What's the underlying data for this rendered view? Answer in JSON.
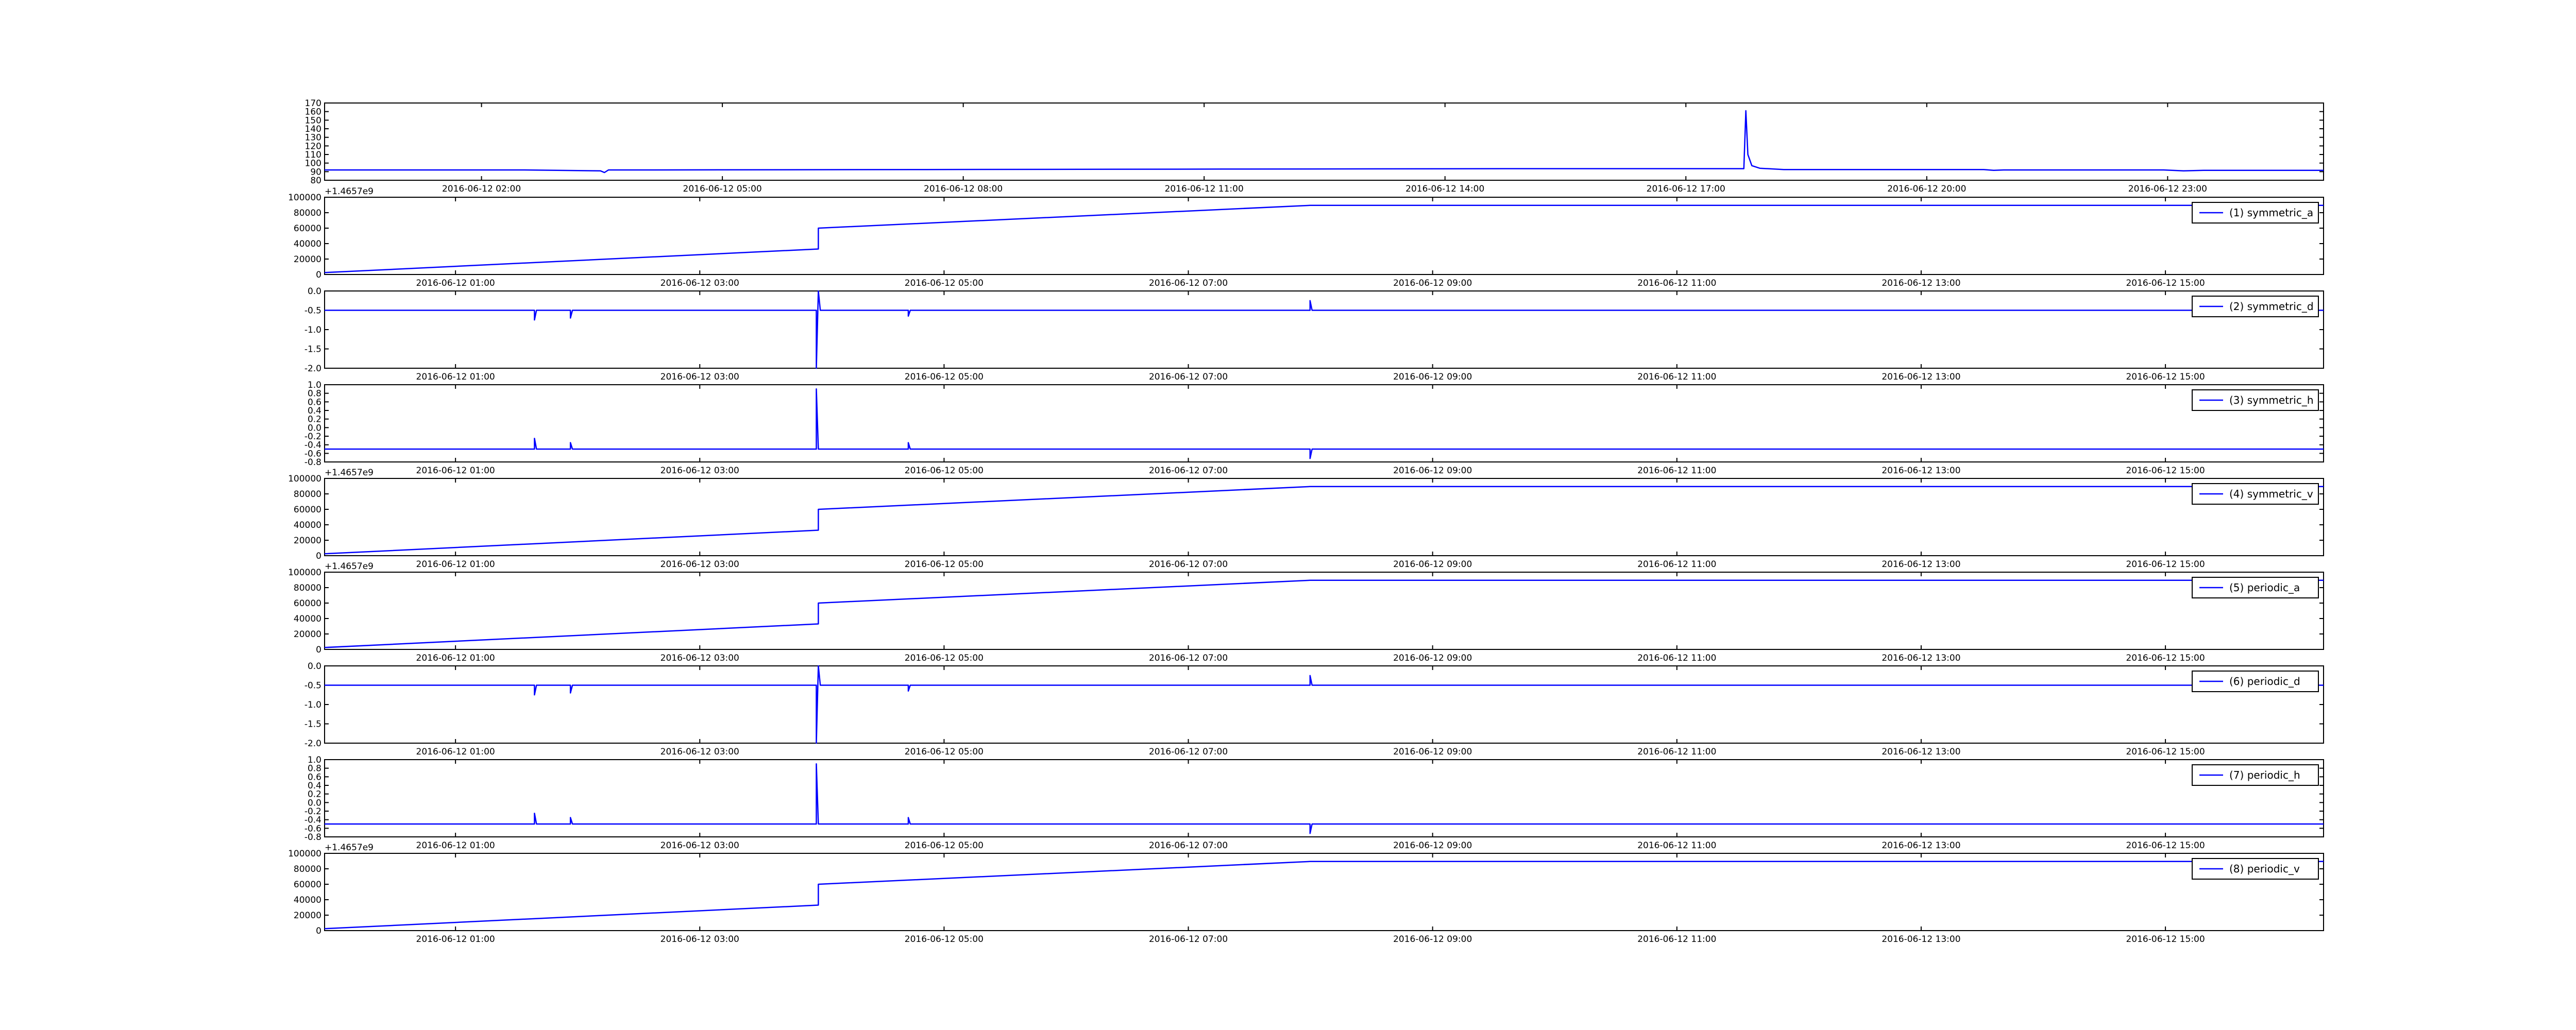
{
  "colors": {
    "line": "#0000ff",
    "axes": "#000000",
    "background": "#ffffff"
  },
  "chart_data": [
    {
      "type": "line",
      "title": "",
      "xlabel": "",
      "ylabel": "",
      "offset_label": "",
      "legend": "",
      "ylim": [
        80,
        170
      ],
      "yticks": [
        80,
        90,
        100,
        110,
        120,
        130,
        140,
        150,
        160,
        170
      ],
      "xticks": [
        "2016-06-12 02:00",
        "2016-06-12 05:00",
        "2016-06-12 08:00",
        "2016-06-12 11:00",
        "2016-06-12 14:00",
        "2016-06-12 17:00",
        "2016-06-12 20:00",
        "2016-06-12 23:00"
      ],
      "xlim": [
        0,
        1.0
      ],
      "series": [
        {
          "name": "",
          "points": [
            [
              0,
              92
            ],
            [
              0.1,
              92
            ],
            [
              0.138,
              91
            ],
            [
              0.14,
              89
            ],
            [
              0.142,
              92
            ],
            [
              0.16,
              92
            ],
            [
              0.3,
              92.5
            ],
            [
              0.45,
              93
            ],
            [
              0.6,
              93.5
            ],
            [
              0.7,
              93.5
            ],
            [
              0.71,
              93.5
            ],
            [
              0.711,
              161
            ],
            [
              0.712,
              110
            ],
            [
              0.714,
              97
            ],
            [
              0.718,
              94
            ],
            [
              0.73,
              92.5
            ],
            [
              0.83,
              92.5
            ],
            [
              0.835,
              91.5
            ],
            [
              0.84,
              92
            ],
            [
              0.92,
              92
            ],
            [
              0.93,
              91
            ],
            [
              0.94,
              91.5
            ],
            [
              1.0,
              91.5
            ]
          ]
        }
      ]
    },
    {
      "type": "line",
      "title": "",
      "xlabel": "",
      "ylabel": "",
      "offset_label": "+1.4657e9",
      "legend": "(1) symmetric_a",
      "ylim": [
        0,
        100000
      ],
      "yticks": [
        0,
        20000,
        40000,
        60000,
        80000,
        100000
      ],
      "xticks": [
        "2016-06-12 01:00",
        "2016-06-12 03:00",
        "2016-06-12 05:00",
        "2016-06-12 07:00",
        "2016-06-12 09:00",
        "2016-06-12 11:00",
        "2016-06-12 13:00",
        "2016-06-12 15:00"
      ],
      "xlim": [
        0,
        1.0
      ],
      "series": [
        {
          "name": "(1) symmetric_a",
          "points": [
            [
              0,
              2500
            ],
            [
              0.247,
              33000
            ],
            [
              0.247,
              60000
            ],
            [
              0.493,
              89500
            ],
            [
              1.0,
              89500
            ]
          ]
        }
      ]
    },
    {
      "type": "line",
      "title": "",
      "xlabel": "",
      "ylabel": "",
      "offset_label": "",
      "legend": "(2) symmetric_d",
      "ylim": [
        -2.0,
        0.0
      ],
      "yticks": [
        -2.0,
        -1.5,
        -1.0,
        -0.5,
        0.0
      ],
      "xticks": [
        "2016-06-12 01:00",
        "2016-06-12 03:00",
        "2016-06-12 05:00",
        "2016-06-12 07:00",
        "2016-06-12 09:00",
        "2016-06-12 11:00",
        "2016-06-12 13:00",
        "2016-06-12 15:00"
      ],
      "xlim": [
        0,
        1.0
      ],
      "series": [
        {
          "name": "(2) symmetric_d",
          "points": [
            [
              0,
              -0.5
            ],
            [
              0.105,
              -0.5
            ],
            [
              0.105,
              -0.75
            ],
            [
              0.106,
              -0.5
            ],
            [
              0.123,
              -0.5
            ],
            [
              0.123,
              -0.7
            ],
            [
              0.124,
              -0.5
            ],
            [
              0.246,
              -0.5
            ],
            [
              0.246,
              -2.0
            ],
            [
              0.247,
              0.0
            ],
            [
              0.248,
              -0.5
            ],
            [
              0.292,
              -0.5
            ],
            [
              0.292,
              -0.65
            ],
            [
              0.293,
              -0.5
            ],
            [
              0.493,
              -0.5
            ],
            [
              0.493,
              -0.25
            ],
            [
              0.494,
              -0.5
            ],
            [
              1.0,
              -0.5
            ]
          ]
        }
      ]
    },
    {
      "type": "line",
      "title": "",
      "xlabel": "",
      "ylabel": "",
      "offset_label": "",
      "legend": "(3) symmetric_h",
      "ylim": [
        -0.8,
        1.0
      ],
      "yticks": [
        -0.8,
        -0.6,
        -0.4,
        -0.2,
        0.0,
        0.2,
        0.4,
        0.6,
        0.8,
        1.0
      ],
      "xticks": [
        "2016-06-12 01:00",
        "2016-06-12 03:00",
        "2016-06-12 05:00",
        "2016-06-12 07:00",
        "2016-06-12 09:00",
        "2016-06-12 11:00",
        "2016-06-12 13:00",
        "2016-06-12 15:00"
      ],
      "xlim": [
        0,
        1.0
      ],
      "series": [
        {
          "name": "(3) symmetric_h",
          "points": [
            [
              0,
              -0.5
            ],
            [
              0.105,
              -0.5
            ],
            [
              0.105,
              -0.25
            ],
            [
              0.106,
              -0.5
            ],
            [
              0.123,
              -0.5
            ],
            [
              0.123,
              -0.35
            ],
            [
              0.124,
              -0.5
            ],
            [
              0.246,
              -0.5
            ],
            [
              0.246,
              0.9
            ],
            [
              0.247,
              -0.5
            ],
            [
              0.292,
              -0.5
            ],
            [
              0.292,
              -0.35
            ],
            [
              0.293,
              -0.5
            ],
            [
              0.493,
              -0.5
            ],
            [
              0.493,
              -0.72
            ],
            [
              0.494,
              -0.5
            ],
            [
              1.0,
              -0.5
            ]
          ]
        }
      ]
    },
    {
      "type": "line",
      "title": "",
      "xlabel": "",
      "ylabel": "",
      "offset_label": "+1.4657e9",
      "legend": "(4) symmetric_v",
      "ylim": [
        0,
        100000
      ],
      "yticks": [
        0,
        20000,
        40000,
        60000,
        80000,
        100000
      ],
      "xticks": [
        "2016-06-12 01:00",
        "2016-06-12 03:00",
        "2016-06-12 05:00",
        "2016-06-12 07:00",
        "2016-06-12 09:00",
        "2016-06-12 11:00",
        "2016-06-12 13:00",
        "2016-06-12 15:00"
      ],
      "xlim": [
        0,
        1.0
      ],
      "series": [
        {
          "name": "(4) symmetric_v",
          "points": [
            [
              0,
              2500
            ],
            [
              0.247,
              33000
            ],
            [
              0.247,
              60000
            ],
            [
              0.493,
              89500
            ],
            [
              1.0,
              89500
            ]
          ]
        }
      ]
    },
    {
      "type": "line",
      "title": "",
      "xlabel": "",
      "ylabel": "",
      "offset_label": "+1.4657e9",
      "legend": "(5) periodic_a",
      "ylim": [
        0,
        100000
      ],
      "yticks": [
        0,
        20000,
        40000,
        60000,
        80000,
        100000
      ],
      "xticks": [
        "2016-06-12 01:00",
        "2016-06-12 03:00",
        "2016-06-12 05:00",
        "2016-06-12 07:00",
        "2016-06-12 09:00",
        "2016-06-12 11:00",
        "2016-06-12 13:00",
        "2016-06-12 15:00"
      ],
      "xlim": [
        0,
        1.0
      ],
      "series": [
        {
          "name": "(5) periodic_a",
          "points": [
            [
              0,
              2500
            ],
            [
              0.247,
              33000
            ],
            [
              0.247,
              60000
            ],
            [
              0.493,
              89500
            ],
            [
              1.0,
              89500
            ]
          ]
        }
      ]
    },
    {
      "type": "line",
      "title": "",
      "xlabel": "",
      "ylabel": "",
      "offset_label": "",
      "legend": "(6) periodic_d",
      "ylim": [
        -2.0,
        0.0
      ],
      "yticks": [
        -2.0,
        -1.5,
        -1.0,
        -0.5,
        0.0
      ],
      "xticks": [
        "2016-06-12 01:00",
        "2016-06-12 03:00",
        "2016-06-12 05:00",
        "2016-06-12 07:00",
        "2016-06-12 09:00",
        "2016-06-12 11:00",
        "2016-06-12 13:00",
        "2016-06-12 15:00"
      ],
      "xlim": [
        0,
        1.0
      ],
      "series": [
        {
          "name": "(6) periodic_d",
          "points": [
            [
              0,
              -0.5
            ],
            [
              0.105,
              -0.5
            ],
            [
              0.105,
              -0.75
            ],
            [
              0.106,
              -0.5
            ],
            [
              0.123,
              -0.5
            ],
            [
              0.123,
              -0.7
            ],
            [
              0.124,
              -0.5
            ],
            [
              0.246,
              -0.5
            ],
            [
              0.246,
              -2.0
            ],
            [
              0.247,
              0.0
            ],
            [
              0.248,
              -0.5
            ],
            [
              0.292,
              -0.5
            ],
            [
              0.292,
              -0.65
            ],
            [
              0.293,
              -0.5
            ],
            [
              0.493,
              -0.5
            ],
            [
              0.493,
              -0.25
            ],
            [
              0.494,
              -0.5
            ],
            [
              1.0,
              -0.5
            ]
          ]
        }
      ]
    },
    {
      "type": "line",
      "title": "",
      "xlabel": "",
      "ylabel": "",
      "offset_label": "",
      "legend": "(7) periodic_h",
      "ylim": [
        -0.8,
        1.0
      ],
      "yticks": [
        -0.8,
        -0.6,
        -0.4,
        -0.2,
        0.0,
        0.2,
        0.4,
        0.6,
        0.8,
        1.0
      ],
      "xticks": [
        "2016-06-12 01:00",
        "2016-06-12 03:00",
        "2016-06-12 05:00",
        "2016-06-12 07:00",
        "2016-06-12 09:00",
        "2016-06-12 11:00",
        "2016-06-12 13:00",
        "2016-06-12 15:00"
      ],
      "xlim": [
        0,
        1.0
      ],
      "series": [
        {
          "name": "(7) periodic_h",
          "points": [
            [
              0,
              -0.5
            ],
            [
              0.105,
              -0.5
            ],
            [
              0.105,
              -0.25
            ],
            [
              0.106,
              -0.5
            ],
            [
              0.123,
              -0.5
            ],
            [
              0.123,
              -0.35
            ],
            [
              0.124,
              -0.5
            ],
            [
              0.246,
              -0.5
            ],
            [
              0.246,
              0.9
            ],
            [
              0.247,
              -0.5
            ],
            [
              0.292,
              -0.5
            ],
            [
              0.292,
              -0.35
            ],
            [
              0.293,
              -0.5
            ],
            [
              0.493,
              -0.5
            ],
            [
              0.493,
              -0.72
            ],
            [
              0.494,
              -0.5
            ],
            [
              1.0,
              -0.5
            ]
          ]
        }
      ]
    },
    {
      "type": "line",
      "title": "",
      "xlabel": "",
      "ylabel": "",
      "offset_label": "+1.4657e9",
      "legend": "(8) periodic_v",
      "ylim": [
        0,
        100000
      ],
      "yticks": [
        0,
        20000,
        40000,
        60000,
        80000,
        100000
      ],
      "xticks": [
        "2016-06-12 01:00",
        "2016-06-12 03:00",
        "2016-06-12 05:00",
        "2016-06-12 07:00",
        "2016-06-12 09:00",
        "2016-06-12 11:00",
        "2016-06-12 13:00",
        "2016-06-12 15:00"
      ],
      "xlim": [
        0,
        1.0
      ],
      "series": [
        {
          "name": "(8) periodic_v",
          "points": [
            [
              0,
              2500
            ],
            [
              0.247,
              33000
            ],
            [
              0.247,
              60000
            ],
            [
              0.493,
              89500
            ],
            [
              1.0,
              89500
            ]
          ]
        }
      ]
    }
  ]
}
